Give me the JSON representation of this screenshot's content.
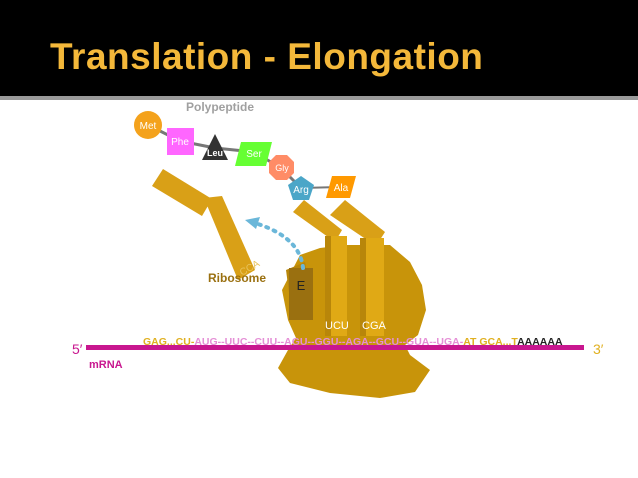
{
  "title": "Translation - Elongation",
  "labels": {
    "polypeptide": "Polypeptide",
    "ribosome": "Ribosome",
    "e_site": "E",
    "mrna": "mRNA",
    "five_prime": "5′",
    "three_prime": "3′",
    "cca": "CCA",
    "anticodon_1": "UCU",
    "anticodon_2": "CGA"
  },
  "amino_acids": [
    {
      "name": "Met",
      "shape": "circle",
      "color": "#f4a21c"
    },
    {
      "name": "Phe",
      "shape": "square",
      "color": "#ff66ff"
    },
    {
      "name": "Leu",
      "shape": "triangle",
      "color": "#333333"
    },
    {
      "name": "Ser",
      "shape": "parallelogram",
      "color": "#66ff33"
    },
    {
      "name": "Gly",
      "shape": "octagon",
      "color": "#ff8c66"
    },
    {
      "name": "Arg",
      "shape": "pentagon",
      "color": "#4ba6c8"
    },
    {
      "name": "Ala",
      "shape": "parallelogram",
      "color": "#ff9900"
    }
  ],
  "mrna_sequence": [
    {
      "text": "GAG...CU-",
      "color": "#e0b020"
    },
    {
      "text": "AUG--UUC--CUU--AGU--GGU--AGA--GCU--GUA--UGA-",
      "color": "#e58fd6"
    },
    {
      "text": "AT GCA...T",
      "color": "#e0b020"
    },
    {
      "text": "AAAAAA",
      "color": "#222222"
    }
  ],
  "colors": {
    "header_bg": "#000000",
    "title": "#f4b83a",
    "ribosome": "#c8940a",
    "ribosome_dark": "#a67a05",
    "trna": "#d9a017",
    "mrna_line": "#c8178f",
    "mrna_label": "#c8178f",
    "arrow": "#6bb7d9",
    "polypeptide_label": "#a0a0a0"
  }
}
